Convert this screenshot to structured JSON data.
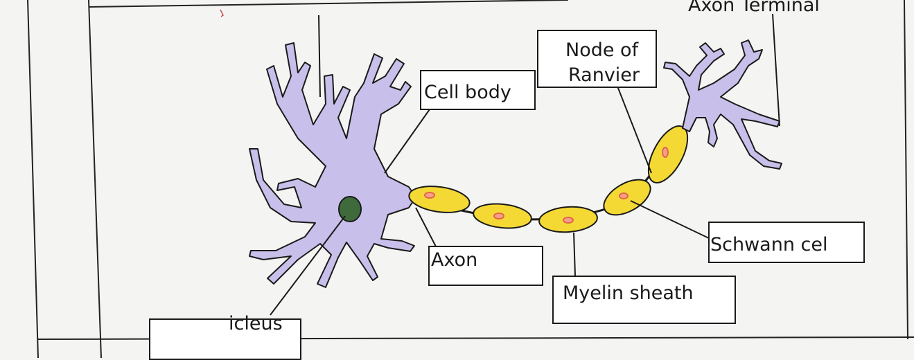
{
  "labels": {
    "axon_terminal": "Axon Terminal",
    "node_of_ranvier_line1": "Node of",
    "node_of_ranvier_line2": "Ranvier",
    "cell_body": "Cell body",
    "axon": "Axon",
    "myelin_sheath": "Myelin sheath",
    "schwann_cell": "Schwann cel",
    "nucleus": "icleus"
  },
  "colors": {
    "neuron_body": "#c8bfea",
    "myelin": "#f4d935",
    "nucleus": "#3f6b3c",
    "schwann_nucleus": "#e2664a",
    "outline": "#1a1a1a"
  }
}
